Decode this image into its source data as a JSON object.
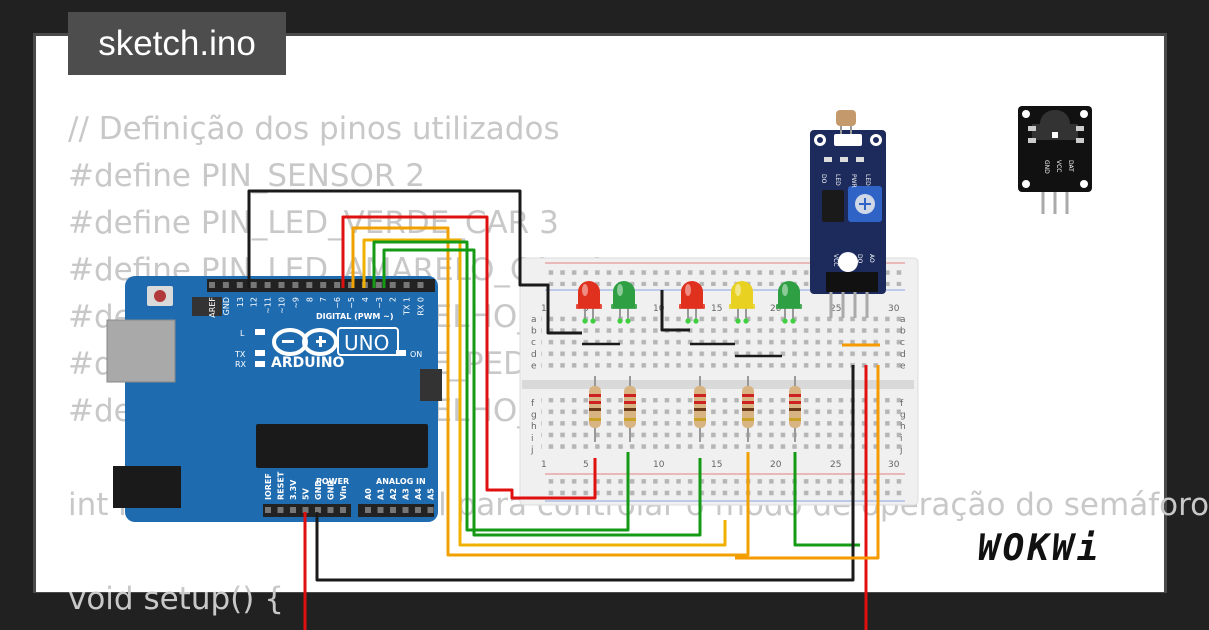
{
  "title": "sketch.ino",
  "brand": "WOKWi",
  "code_lines": [
    "// Definição dos pinos utilizados",
    "#define PIN_SENSOR 2",
    "#define PIN_LED_VERDE_CAR 3",
    "#define PIN_LED_AMARELO_CAR 4",
    "#define PIN_LED_VERMELHO_CAR 5",
    "#define PIN_LED_VERDE_PED 6",
    "#define PIN_LED_VERMELHO_PED 7",
    "",
    "int modo = 0; // Variável para controlar o modo de operação do semáforo",
    "",
    "void setup() {"
  ],
  "arduino": {
    "logo_text": "ARDUINO",
    "model": "UNO",
    "digital_label": "DIGITAL (PWM ~)",
    "analog_label": "ANALOG IN",
    "power_label": "POWER",
    "on_label": "ON",
    "l_label": "L",
    "tx_label": "TX",
    "rx_label": "RX",
    "header_top": [
      "AREF",
      "GND",
      "13",
      "12",
      "~11",
      "~10",
      "~9",
      "8",
      "7",
      "~6",
      "~5",
      "4",
      "~3",
      "2",
      "TX 1",
      "RX 0"
    ],
    "header_power": [
      "IOREF",
      "RESET",
      "3.3V",
      "5V",
      "GND",
      "GND",
      "Vin"
    ],
    "header_analog": [
      "A0",
      "A1",
      "A2",
      "A3",
      "A4",
      "A5"
    ],
    "colors": {
      "board": "#1f6bb0",
      "header": "#222222"
    }
  },
  "breadboard": {
    "col_numbers": [
      "1",
      "5",
      "10",
      "15",
      "20",
      "25",
      "30"
    ],
    "row_letters_top": [
      "a",
      "b",
      "c",
      "d",
      "e"
    ],
    "row_letters_bottom": [
      "f",
      "g",
      "h",
      "i",
      "j"
    ]
  },
  "leds": [
    {
      "name": "led-red-1",
      "color": "#e0301e"
    },
    {
      "name": "led-green-1",
      "color": "#2ea043"
    },
    {
      "name": "led-red-2",
      "color": "#e0301e"
    },
    {
      "name": "led-yellow",
      "color": "#e8d120"
    },
    {
      "name": "led-green-2",
      "color": "#2ea043"
    }
  ],
  "ldr_module": {
    "pins": [
      "VCC",
      "GND",
      "DO",
      "AO"
    ],
    "labels": [
      "DO",
      "LED",
      "PWR",
      "LED"
    ]
  },
  "ir_module": {
    "pins": [
      "GND",
      "VCC",
      "DAT"
    ]
  },
  "wire_colors": {
    "black": "#1a1a1a",
    "red": "#e01010",
    "yellow": "#f0b000",
    "green": "#159a15",
    "orange": "#f59a00"
  }
}
